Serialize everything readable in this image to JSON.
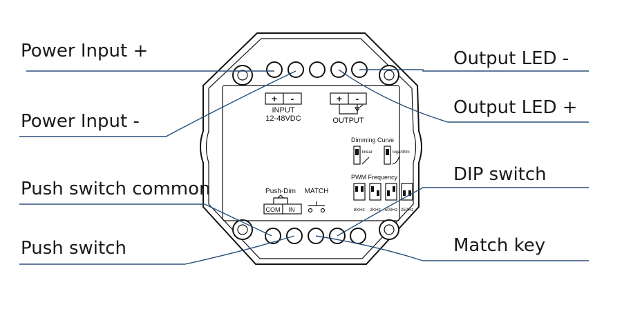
{
  "callouts": {
    "power_input_plus": "Power Input +",
    "power_input_minus": "Power Input -",
    "push_switch_common": "Push switch common",
    "push_switch": "Push switch",
    "output_led_minus": "Output LED -",
    "output_led_plus": "Output LED +",
    "dip_switch": "DIP switch",
    "match_key": "Match key"
  },
  "device": {
    "input_plus": "+",
    "input_minus": "-",
    "input_label": "INPUT",
    "input_voltage": "12-48VDC",
    "output_plus": "+",
    "output_minus": "-",
    "output_label": "OUTPUT",
    "dimming_curve": "Dimming Curve",
    "linear": "linear",
    "logarithm": "logarithm",
    "pwm_frequency": "PWM Frequency",
    "freq_8k": "8KHz",
    "freq_2k": "2KHz",
    "freq_500": "500Hz",
    "freq_250": "250Hz",
    "push_dim": "Push-Dim",
    "match": "MATCH",
    "com": "COM",
    "in": "IN"
  },
  "colors": {
    "leader_line": "#2a4f7a",
    "outline": "#111111"
  }
}
